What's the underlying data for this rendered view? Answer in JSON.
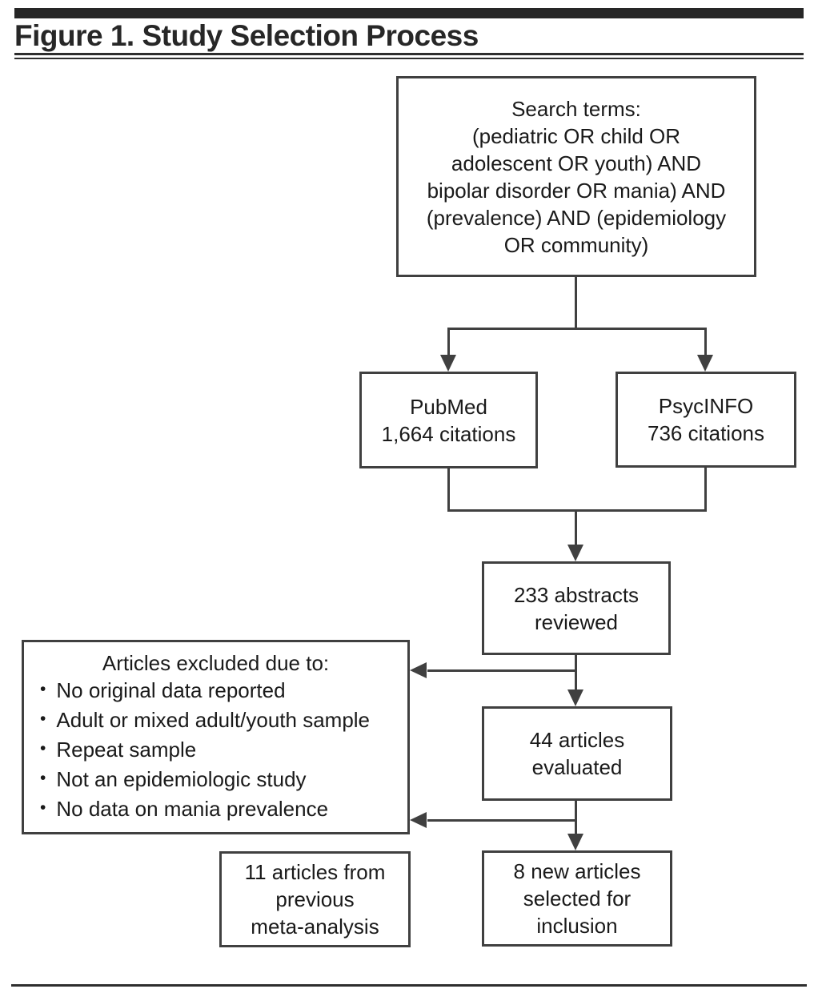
{
  "figure": {
    "title": "Figure 1. Study Selection Process"
  },
  "colors": {
    "line": "#404040",
    "text": "#1a1a1a",
    "rule": "#2e2e2e",
    "background": "#ffffff"
  },
  "flowchart": {
    "search_box": {
      "lines": [
        "Search terms:",
        "(pediatric OR child OR",
        "adolescent OR youth) AND",
        "bipolar disorder OR mania) AND",
        "(prevalence) AND (epidemiology",
        "OR community)"
      ]
    },
    "pubmed_box": {
      "lines": [
        "PubMed",
        "1,664 citations"
      ]
    },
    "psycinfo_box": {
      "lines": [
        "PsycINFO",
        "736 citations"
      ]
    },
    "abstracts_box": {
      "lines": [
        "233 abstracts",
        "reviewed"
      ]
    },
    "excluded_box": {
      "heading": "Articles excluded due to:",
      "bullet": "•",
      "items": [
        "No original data reported",
        "Adult or mixed adult/youth sample",
        "Repeat sample",
        "Not an epidemiologic study",
        "No data on mania prevalence"
      ]
    },
    "evaluated_box": {
      "lines": [
        "44 articles",
        "evaluated"
      ]
    },
    "previous_box": {
      "lines": [
        "11 articles from",
        "previous",
        "meta-analysis"
      ]
    },
    "selected_box": {
      "lines": [
        "8 new articles",
        "selected for",
        "inclusion"
      ]
    }
  }
}
